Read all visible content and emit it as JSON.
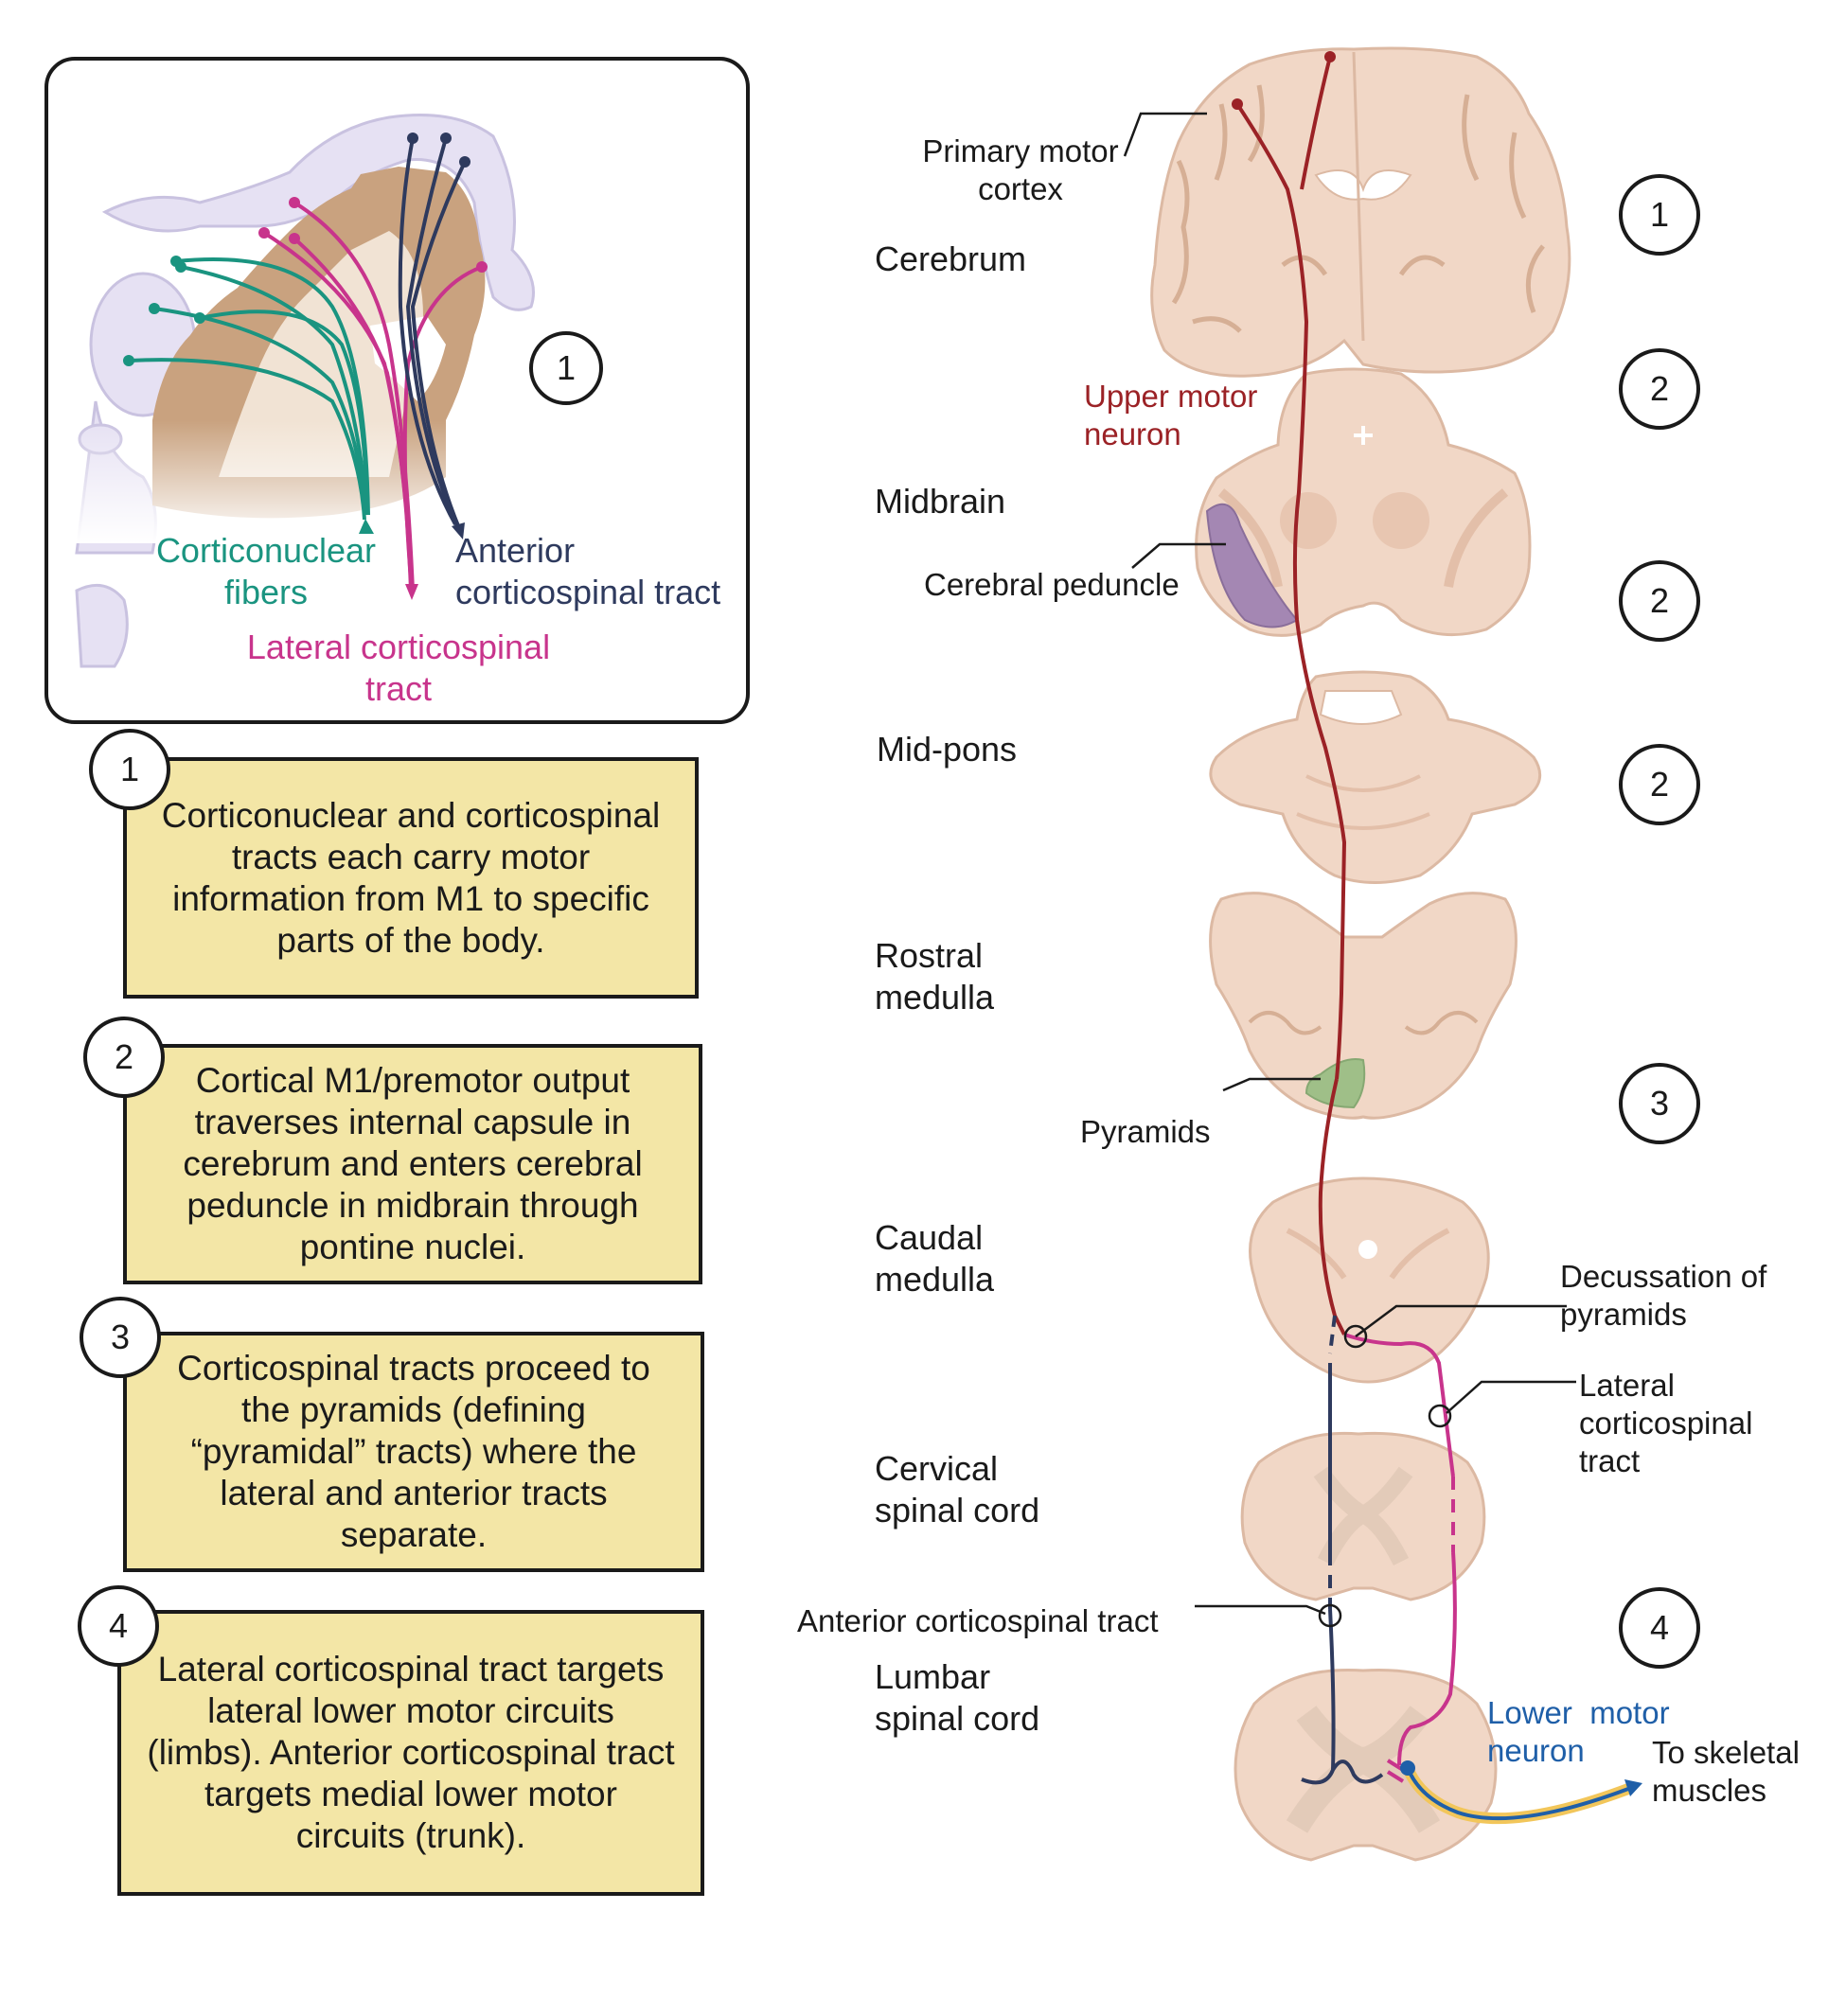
{
  "inset": {
    "badge": "1",
    "labels": {
      "corticonuclear": [
        "Corticonuclear",
        "fibers"
      ],
      "anterior": [
        "Anterior",
        "corticospinal tract"
      ],
      "lateral": [
        "Lateral corticospinal",
        "tract"
      ]
    }
  },
  "steps": [
    {
      "number": "1",
      "text": "Corticonuclear and corticospinal tracts each carry motor information from M1 to specific parts of the body."
    },
    {
      "number": "2",
      "text": "Cortical M1/premotor output traverses internal capsule in cerebrum and enters cerebral peduncle in midbrain through pontine nuclei."
    },
    {
      "number": "3",
      "text": "Corticospinal tracts proceed to the pyramids (defining “pyramidal” tracts) where the lateral and anterior tracts separate."
    },
    {
      "number": "4",
      "text": "Lateral corticospinal tract targets lateral lower motor circuits (limbs). Anterior corticospinal tract targets medial lower motor circuits (trunk)."
    }
  ],
  "levels": {
    "cerebrum": "Cerebrum",
    "midbrain": "Midbrain",
    "mid_pons": "Mid-pons",
    "rostral_medulla": [
      "Rostral",
      "medulla"
    ],
    "caudal_medulla": [
      "Caudal",
      "medulla"
    ],
    "cervical": [
      "Cervical",
      "spinal cord"
    ],
    "lumbar": [
      "Lumbar",
      "spinal cord"
    ]
  },
  "annotations": {
    "primary_motor_cortex": [
      "Primary motor",
      "cortex"
    ],
    "upper_motor_neuron": [
      "Upper motor",
      "neuron"
    ],
    "cerebral_peduncle": "Cerebral peduncle",
    "pyramids": "Pyramids",
    "decussation": [
      "Decussation of",
      "pyramids"
    ],
    "lateral_tract": [
      "Lateral",
      "corticospinal",
      "tract"
    ],
    "anterior_tract": "Anterior corticospinal tract",
    "lower_motor_neuron": [
      "Lower  motor",
      "neuron"
    ],
    "to_muscles": [
      "To skeletal",
      "muscles"
    ]
  },
  "right_badges": [
    "1",
    "2",
    "2",
    "2",
    "3",
    "4"
  ],
  "colors": {
    "corticonuclear": "#1a9480",
    "lateral": "#c8348c",
    "anterior": "#2e3a5e",
    "upper_motor_neuron": "#9b2226",
    "lower_motor_neuron": "#1f5fa8",
    "box_fill": "#f3e6a6",
    "tissue": "#f1d7c6",
    "peduncle": "#a487b3",
    "pyramid": "#9fbf88"
  }
}
